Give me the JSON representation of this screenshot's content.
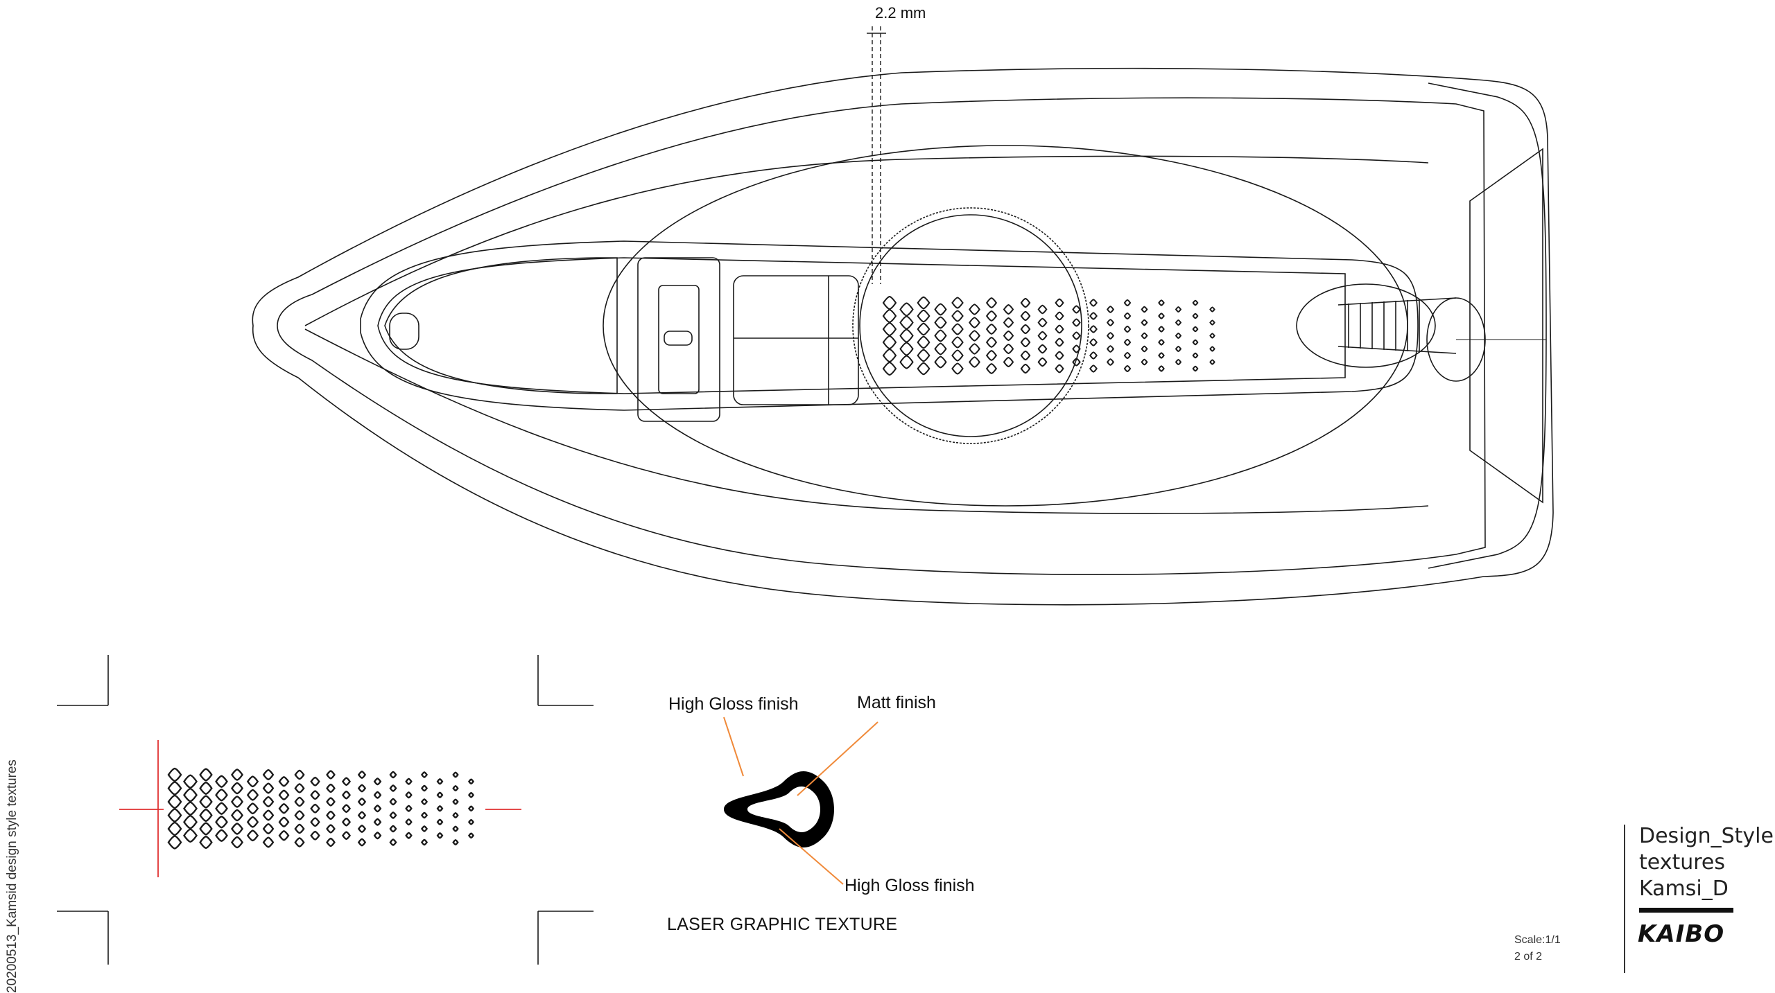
{
  "dimension": {
    "label": "2.2 mm"
  },
  "callouts": {
    "gloss_top": "High Gloss finish",
    "matt": "Matt finish",
    "gloss_bottom": "High Gloss finish"
  },
  "texture_title": "LASER GRAPHIC TEXTURE",
  "side_note": "20200513_Kamsid design style textures",
  "scale": "Scale:1/1",
  "sheet": "2 of 2",
  "title_block": {
    "line1": "Design_Style",
    "line2": "textures",
    "line3": "Kamsi_D"
  },
  "brand": "KAIBO",
  "colors": {
    "line": "#1a1a1a",
    "leader": "#f08a3a",
    "crop_mark": "#e03030",
    "fill": "#000000"
  },
  "pattern": {
    "columns_dot_scale": [
      1.0,
      1.0,
      0.92,
      0.88,
      0.84,
      0.8,
      0.76,
      0.72,
      0.68,
      0.64,
      0.6,
      0.56,
      0.52,
      0.48,
      0.45,
      0.42,
      0.4,
      0.38,
      0.36,
      0.34
    ]
  }
}
